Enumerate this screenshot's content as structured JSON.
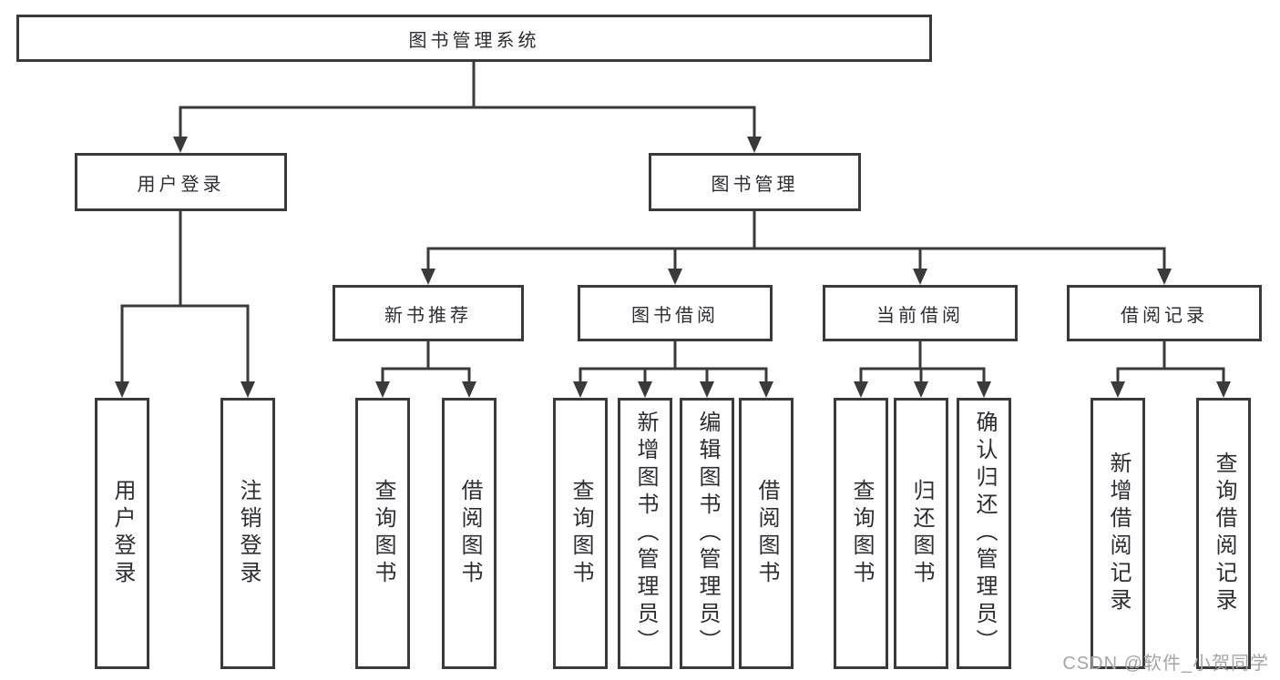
{
  "diagram": {
    "root": {
      "label": "图书管理系统"
    },
    "branches": [
      {
        "label": "用户登录",
        "children": [
          {
            "label": "用户登录"
          },
          {
            "label": "注销登录"
          }
        ]
      },
      {
        "label": "图书管理",
        "children": [
          {
            "label": "新书推荐",
            "children": [
              {
                "label": "查询图书"
              },
              {
                "label": "借阅图书"
              }
            ]
          },
          {
            "label": "图书借阅",
            "children": [
              {
                "label": "查询图书"
              },
              {
                "label": "新增图书（管理员）"
              },
              {
                "label": "编辑图书（管理员）"
              },
              {
                "label": "借阅图书"
              }
            ]
          },
          {
            "label": "当前借阅",
            "children": [
              {
                "label": "查询图书"
              },
              {
                "label": "归还图书"
              },
              {
                "label": "确认归还（管理员）"
              }
            ]
          },
          {
            "label": "借阅记录",
            "children": [
              {
                "label": "新增借阅记录"
              },
              {
                "label": "查询借阅记录"
              }
            ]
          }
        ]
      }
    ]
  },
  "watermark": {
    "text": "CSDN @软件_小贺同学"
  },
  "colors": {
    "line": "#3a3a3a",
    "text": "#2d2d33",
    "background": "#ffffff",
    "watermark": "#a6a6a6"
  }
}
